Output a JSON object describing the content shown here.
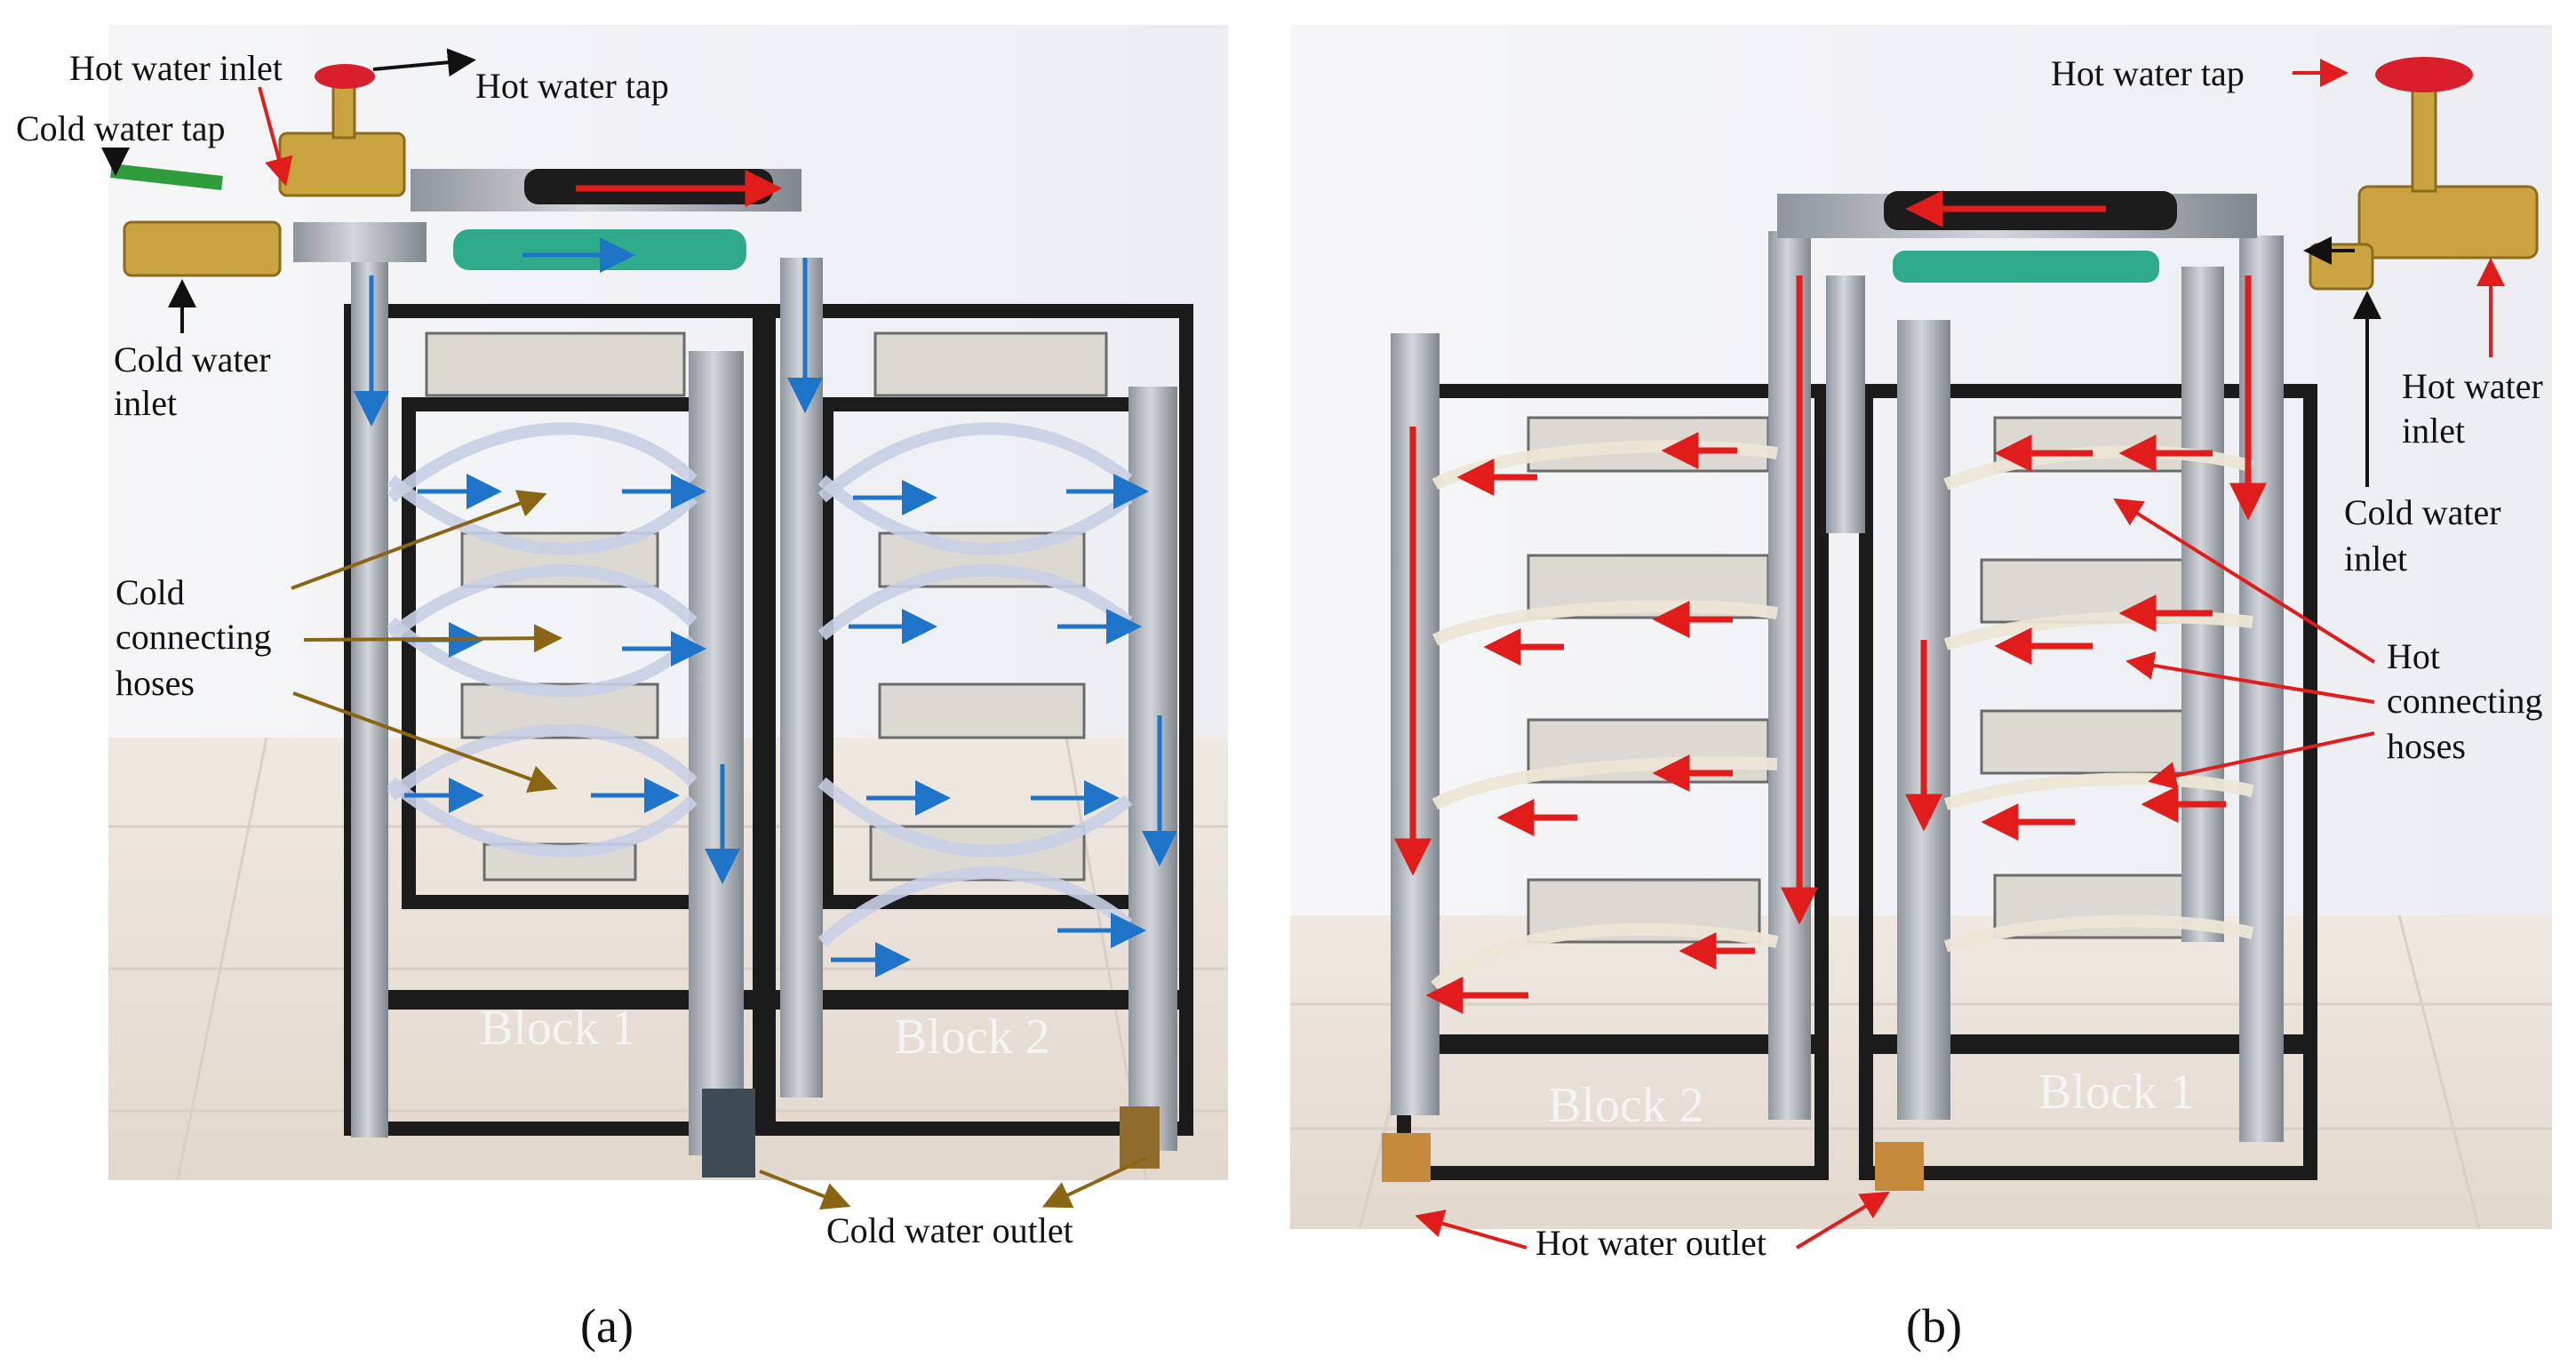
{
  "panel_a": {
    "labels": {
      "hot_water_inlet": "Hot water inlet",
      "hot_water_tap": "Hot water tap",
      "cold_water_tap": "Cold water tap",
      "cold_water_inlet_line1": "Cold water",
      "cold_water_inlet_line2": "inlet",
      "cold_hoses_line1": "Cold",
      "cold_hoses_line2": "connecting",
      "cold_hoses_line3": "hoses",
      "block1": "Block 1",
      "block2": "Block 2",
      "cold_water_outlet": "Cold water outlet"
    },
    "caption": "(a)"
  },
  "panel_b": {
    "labels": {
      "hot_water_tap": "Hot water tap",
      "hot_water_inlet_line1": "Hot water",
      "hot_water_inlet_line2": "inlet",
      "cold_water_inlet_line1": "Cold water",
      "cold_water_inlet_line2": "inlet",
      "hot_hoses_line1": "Hot",
      "hot_hoses_line2": "connecting",
      "hot_hoses_line3": "hoses",
      "block2": "Block 2",
      "block1": "Block 1",
      "hot_water_outlet": "Hot water outlet"
    },
    "caption": "(b)"
  },
  "colors": {
    "cold_flow_arrow": "#1e74c9",
    "hot_flow_arrow": "#e21b1b",
    "cold_hose_leader": "#8a6514",
    "green_hose": "#2faa8a",
    "black_hose": "#1c1c1c",
    "tap_handle": "#d81f2b"
  }
}
